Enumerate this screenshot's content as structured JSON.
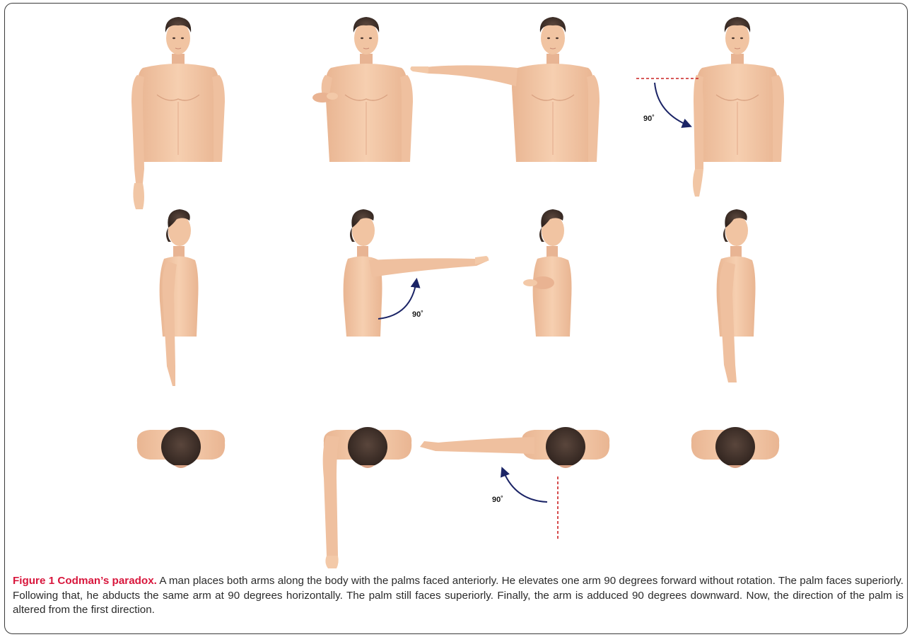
{
  "figure": {
    "angle_labels": [
      "90˚",
      "90˚",
      "90˚"
    ],
    "colors": {
      "skin": "#f2c5a3",
      "skin_shade": "#dca586",
      "hair": "#3f3029",
      "arrow": "#1b2466",
      "reference_line": "#cc2222",
      "caption_label": "#d8163c"
    }
  },
  "caption": {
    "label": "Figure 1 Codman’s paradox.",
    "text": "A man places both arms along the body with the palms faced anteriorly. He elevates one arm 90 degrees forward without rotation. The palm faces superiorly. Following that, he abducts the same arm at 90 degrees horizontally. The palm still faces superiorly. Finally, the arm is adduced 90 degrees downward. Now, the direction of the palm is altered from the first direction."
  }
}
